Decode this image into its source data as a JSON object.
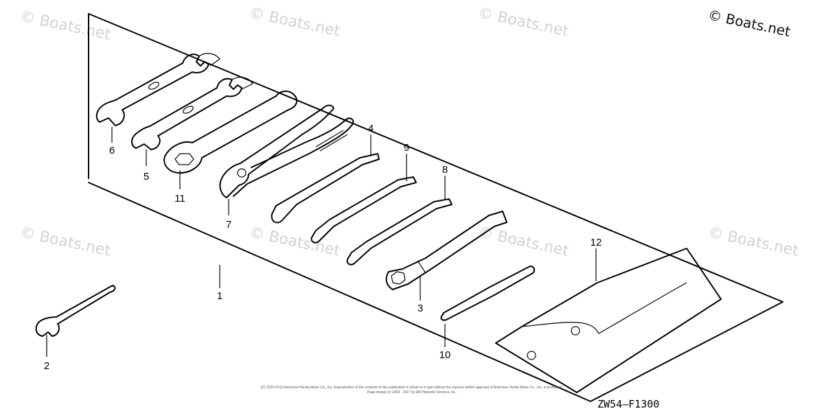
{
  "copyright_mark": "© Boats.net",
  "watermark_text": "© Boats.net",
  "diagram_code": "ZW54—F1300",
  "fine_print": [
    "(C) 2010-2013 American Honda Motor Co., Inc. Reproduction of the contents of this publication in whole or in part without the express written approval of American Honda Motor Co., Inc. is prohibited.",
    "Page design (c) 2004 - 2017 by ARI Network Services, Inc."
  ],
  "callouts": {
    "c1": "1",
    "c2": "2",
    "c3": "3",
    "c4": "4",
    "c5": "5",
    "c6": "6",
    "c7": "7",
    "c8": "8",
    "c9": "9",
    "c10": "10",
    "c11": "11",
    "c12": "12"
  }
}
